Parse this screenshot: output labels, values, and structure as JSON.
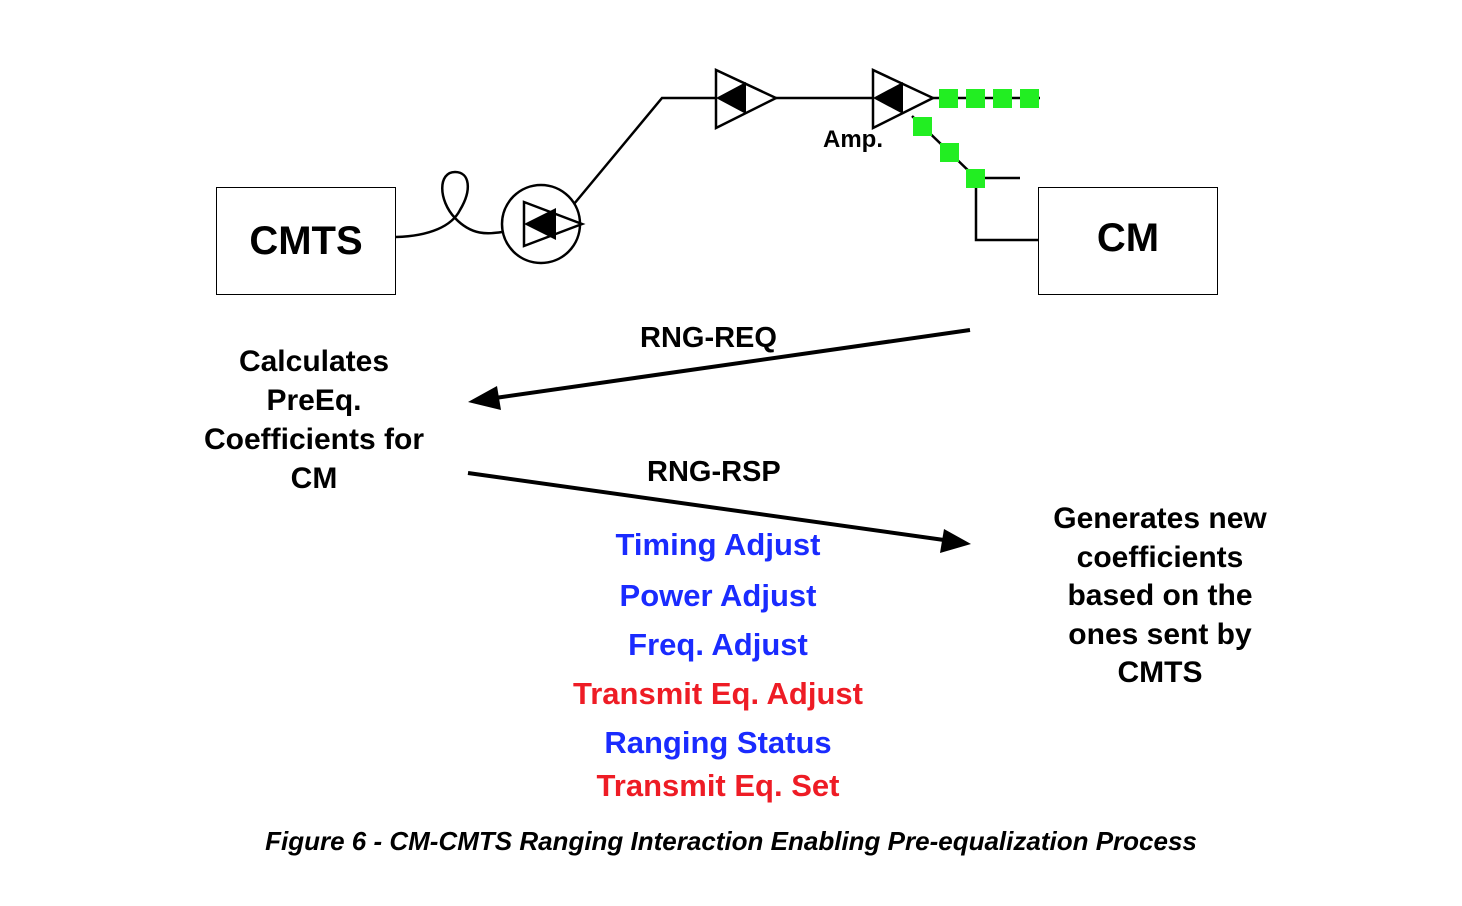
{
  "colors": {
    "line": "#000000",
    "tap": "#22ee22",
    "adjust_blue": "#1a2bff",
    "adjust_red": "#ee1c25"
  },
  "nodes": {
    "cmts": "CMTS",
    "cm": "CM",
    "amp": "Amp."
  },
  "messages": {
    "request": "RNG-REQ",
    "response": "RNG-RSP"
  },
  "cmts_note": [
    "Calculates",
    "PreEq.",
    "Coefficients for",
    "CM"
  ],
  "cm_note": [
    "Generates new",
    "coefficients",
    "based on the",
    "ones sent by",
    "CMTS"
  ],
  "rsp_fields": [
    {
      "text": "Timing Adjust",
      "color": "blue"
    },
    {
      "text": "Power Adjust",
      "color": "blue"
    },
    {
      "text": "Freq. Adjust",
      "color": "blue"
    },
    {
      "text": "Transmit Eq. Adjust",
      "color": "red"
    },
    {
      "text": "Ranging Status",
      "color": "blue"
    },
    {
      "text": "Transmit Eq. Set",
      "color": "red"
    }
  ],
  "caption": "Figure 6 - CM-CMTS Ranging Interaction Enabling Pre-equalization Process"
}
